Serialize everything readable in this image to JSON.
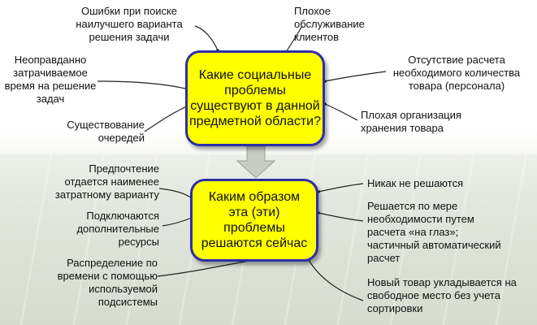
{
  "top_question": "Какие социальные проблемы существуют в данной предметной области?",
  "bottom_question": "Каким образом эта (эти) проблемы решаются сейчас",
  "top_left": [
    {
      "text": "Ошибки при поиске наилучшего варианта решения задачи"
    },
    {
      "text": "Неоправданно затрачиваемое время на решение задач"
    },
    {
      "text": "Существование очередей"
    }
  ],
  "top_right": [
    {
      "text": "Плохое обслуживание клиентов"
    },
    {
      "text": "Отсутствие расчета необходимого количества товара (персонала)"
    },
    {
      "text": "Плохая организация хранения товара"
    }
  ],
  "bottom_left": [
    {
      "text": "Предпочтение отдается наименее затратному варианту"
    },
    {
      "text": "Подключаются дополнительные ресурсы"
    },
    {
      "text": "Распределение по времени с помощью используемой подсистемы"
    }
  ],
  "bottom_right": [
    {
      "text": "Никак не решаются"
    },
    {
      "text": "Решается по мере необходимости путем расчета «на глаз»; частичный автоматический расчет"
    },
    {
      "text": "Новый товар укладывается на свободное место без учета сортировки"
    }
  ],
  "colors": {
    "node_fill": "#ffff00",
    "node_border": "#2e2ea8",
    "connector": "#222222",
    "arrow_fill": "#c8ccc4"
  }
}
